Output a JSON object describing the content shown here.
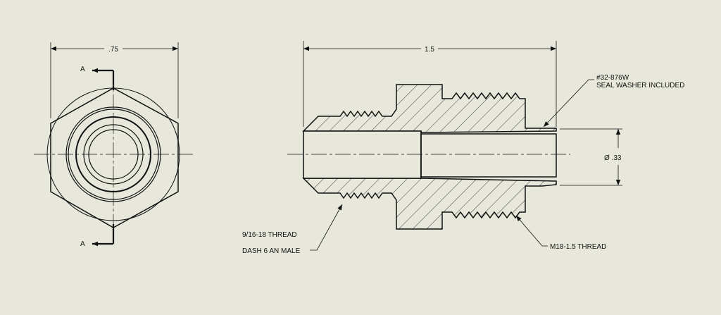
{
  "colors": {
    "background": "#e8e7dc",
    "line": "#111111"
  },
  "front_view": {
    "width_dim": ".75",
    "section_label_top": "A",
    "section_label_bottom": "A"
  },
  "section_view": {
    "length_dim": "1.5",
    "bore_dim": "Ø .33",
    "callouts": {
      "seal_line1": "#32-876W",
      "seal_line2": "SEAL WASHER INCLUDED",
      "thread_left_line1": "9/16-18 THREAD",
      "thread_left_line2": "DASH 6 AN MALE",
      "thread_right": "M18-1.5 THREAD"
    }
  }
}
